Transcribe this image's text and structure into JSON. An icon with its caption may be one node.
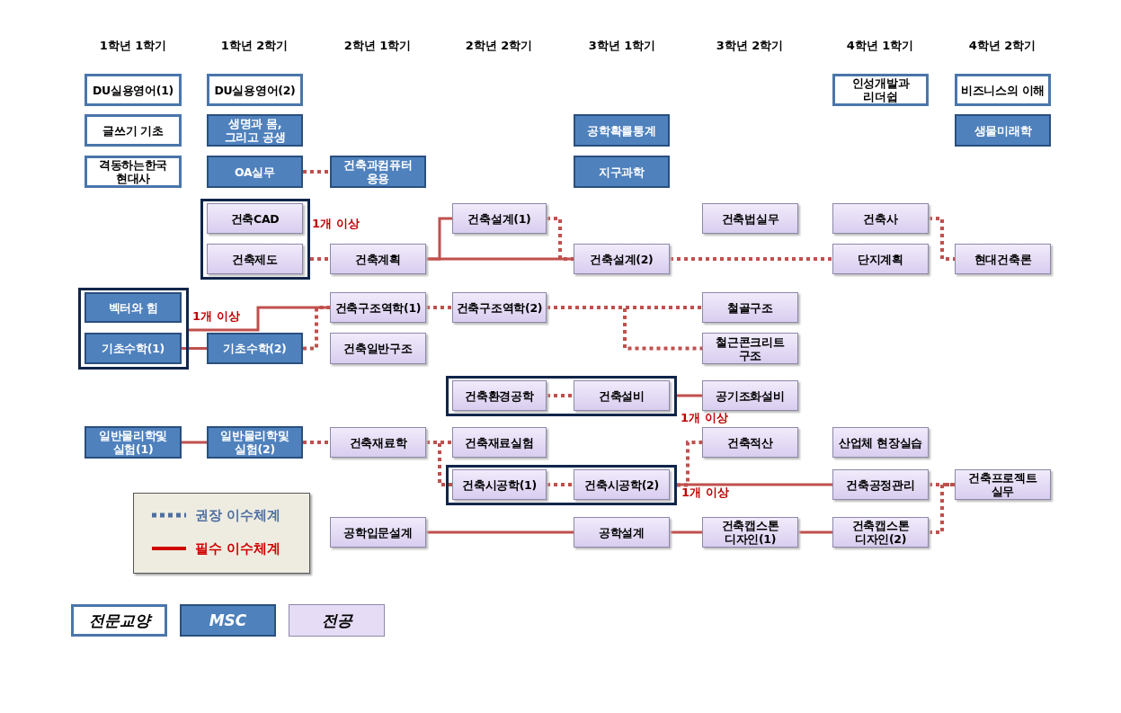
{
  "diagram": {
    "nodes": [
      {
        "text": [
          "DU실용영어(1)"
        ]
      },
      {
        "text": [
          "DU실용영어(2)"
        ]
      },
      {
        "text": [
          "인성개발과 리더쉽"
        ]
      },
      {
        "text": [
          "비즈니스의 이해"
        ]
      },
      {
        "text": [
          "글쓰기 기초"
        ]
      },
      {
        "text": [
          "생명과 몸, 그리고 공생"
        ]
      },
      {
        "text": [
          "공학확률통계"
        ]
      },
      {
        "text": [
          "생물미래학"
        ]
      },
      {
        "text": [
          "격동하는한국 현대사"
        ]
      },
      {
        "text": [
          "OA실무"
        ]
      },
      {
        "text": [
          "건축과컴퓨터 응용"
        ]
      },
      {
        "text": [
          "지구과학"
        ]
      },
      {
        "text": [],
        "shape": "box",
        "beside": [
          "1개 이상"
        ]
      },
      {
        "text": [
          "건축CAD"
        ],
        "in": 12
      },
      {
        "text": [
          "건축설계(1)"
        ]
      },
      {
        "text": [
          "건축법실무"
        ]
      },
      {
        "text": [
          "건축사"
        ]
      },
      {
        "text": [
          "건축제도"
        ],
        "in": 12
      },
      {
        "text": [
          "건축계획"
        ]
      },
      {
        "text": [
          "건축설계(2)"
        ]
      },
      {
        "text": [
          "단지계획"
        ]
      },
      {
        "text": [
          "현대건축론"
        ]
      },
      {
        "text": [],
        "shape": "box",
        "beside": [
          "1개 이상"
        ]
      },
      {
        "text": [
          "벡터와 힘"
        ],
        "in": 22
      },
      {
        "text": [
          "건축구조역학(1)"
        ]
      },
      {
        "text": [
          "건축구조역학(2)"
        ]
      },
      {
        "text": [
          "철골구조"
        ]
      },
      {
        "text": [
          "기초수학(1)"
        ],
        "in": 22
      },
      {
        "text": [
          "기초수학(2)"
        ]
      },
      {
        "text": [
          "건축일반구조"
        ]
      },
      {
        "text": [
          "철근콘크리트 구조"
        ]
      },
      {
        "text": [],
        "shape": "box",
        "beside": [
          "1개 이상"
        ]
      },
      {
        "text": [
          "건축환경공학"
        ],
        "in": 31
      },
      {
        "text": [
          "건축설비"
        ],
        "in": 31
      },
      {
        "text": [
          "공기조화설비"
        ]
      },
      {
        "text": [
          "일반물리학및 실험(1)"
        ]
      },
      {
        "text": [
          "일반물리학및 실험(2)"
        ]
      },
      {
        "text": [
          "건축재료학"
        ]
      },
      {
        "text": [
          "건축재료실험"
        ]
      },
      {
        "text": [
          "건축적산"
        ]
      },
      {
        "text": [
          "산업체 현장실습"
        ]
      },
      {
        "text": [],
        "shape": "box",
        "beside": [
          "1개 이상"
        ]
      },
      {
        "text": [
          "건축시공학(1)"
        ],
        "in": 41
      },
      {
        "text": [
          "건축시공학(2)"
        ],
        "in": 41
      },
      {
        "text": [
          "건축공정관리"
        ]
      },
      {
        "text": [
          "건축프로젝트 실무"
        ]
      },
      {
        "text": [
          "공학입문설계"
        ]
      },
      {
        "text": [
          "공학설계"
        ]
      },
      {
        "text": [
          "건축캡스톤 디자인(1)"
        ]
      },
      {
        "text": [
          "건축캡스톤 디자인(2)"
        ]
      }
    ],
    "edges": [
      {
        "from": 9,
        "to": 10,
        "arrow": "none",
        "style": "dashed"
      },
      {
        "from": 12,
        "to": 18,
        "arrow": "none",
        "style": "dashed"
      },
      {
        "from": 18,
        "to": 14,
        "arrow": "none"
      },
      {
        "from": 18,
        "to": 19,
        "arrow": "none"
      },
      {
        "from": 14,
        "to": 19,
        "arrow": "none",
        "style": "dashed"
      },
      {
        "from": 19,
        "to": 20,
        "arrow": "none",
        "style": "dashed"
      },
      {
        "from": 16,
        "to": 21,
        "arrow": "none",
        "style": "dashed"
      },
      {
        "from": 22,
        "to": 24,
        "arrow": "none"
      },
      {
        "from": 27,
        "to": 28,
        "arrow": "none"
      },
      {
        "from": 28,
        "to": 24,
        "arrow": "none",
        "style": "dashed"
      },
      {
        "from": 24,
        "to": 25,
        "arrow": "none",
        "style": "dashed"
      },
      {
        "from": 25,
        "to": 26,
        "arrow": "none",
        "style": "dashed"
      },
      {
        "from": 25,
        "to": 30,
        "arrow": "none",
        "style": "dashed"
      },
      {
        "from": 32,
        "to": 33,
        "arrow": "none",
        "style": "dashed"
      },
      {
        "from": 31,
        "to": 34,
        "arrow": "none"
      },
      {
        "from": 35,
        "to": 36,
        "arrow": "none"
      },
      {
        "from": 36,
        "to": 37,
        "arrow": "none",
        "style": "dashed"
      },
      {
        "from": 37,
        "to": 38,
        "arrow": "none",
        "style": "dashed"
      },
      {
        "from": 37,
        "to": 42,
        "arrow": "none",
        "style": "dashed"
      },
      {
        "from": 42,
        "to": 43,
        "arrow": "none",
        "style": "dashed"
      },
      {
        "from": 41,
        "to": 44,
        "arrow": "none"
      },
      {
        "from": 41,
        "to": 39,
        "arrow": "none",
        "style": "dashed"
      },
      {
        "from": 44,
        "to": 45,
        "arrow": "none",
        "style": "dashed"
      },
      {
        "from": 49,
        "to": 45,
        "arrow": "none",
        "style": "dashed"
      },
      {
        "from": 46,
        "to": 47,
        "arrow": "none"
      },
      {
        "from": 47,
        "to": 48,
        "arrow": "none"
      },
      {
        "from": 48,
        "to": 49,
        "arrow": "none"
      }
    ],
    "labels": [
      "1학년 1학기",
      "1학년 2학기",
      "2학년 1학기",
      "2학년 2학기",
      "3학년 1학기",
      "3학년 2학기",
      "4학년 1학기",
      "4학년 2학기"
    ],
    "legend": [
      {
        "text": "권장 이수체계"
      },
      {
        "text": "필수 이수체계"
      },
      {
        "text": "전문교양",
        "color": "#ffffff"
      },
      {
        "text": "MSC",
        "color": "#4f81bd"
      },
      {
        "text": "전공",
        "color": "#e6dcf5"
      }
    ]
  }
}
